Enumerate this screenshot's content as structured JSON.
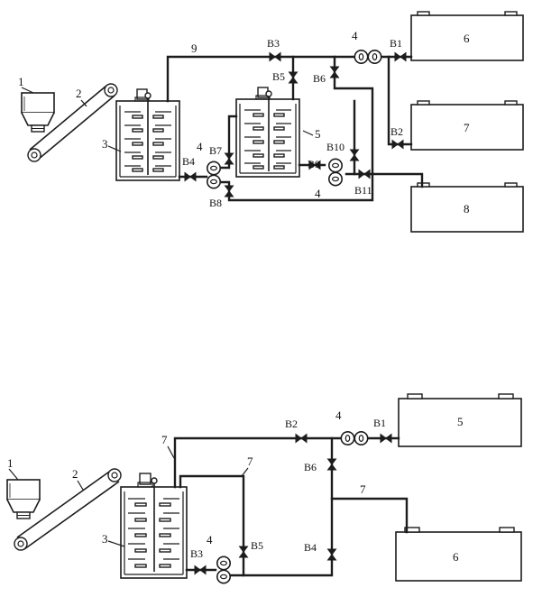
{
  "figure_top": {
    "hopper": "1",
    "conveyor": "2",
    "mixer_a": "3",
    "pump_label": "4",
    "mixer_b": "5",
    "tank_1": "6",
    "tank_2": "7",
    "tank_3": "8",
    "pipe_label": "9",
    "valves": {
      "b1": "B1",
      "b2": "B2",
      "b3": "B3",
      "b4": "B4",
      "b5": "B5",
      "b6": "B6",
      "b7": "B7",
      "b8": "B8",
      "b9": "B9",
      "b10": "B10",
      "b11": "B11"
    }
  },
  "figure_bottom": {
    "hopper": "1",
    "conveyor": "2",
    "mixer": "3",
    "pump_label": "4",
    "tank_1": "5",
    "tank_2": "6",
    "pipe_label": "7",
    "valves": {
      "b1": "B1",
      "b2": "B2",
      "b3": "B3",
      "b4": "B4",
      "b5": "B5",
      "b6": "B6"
    }
  }
}
